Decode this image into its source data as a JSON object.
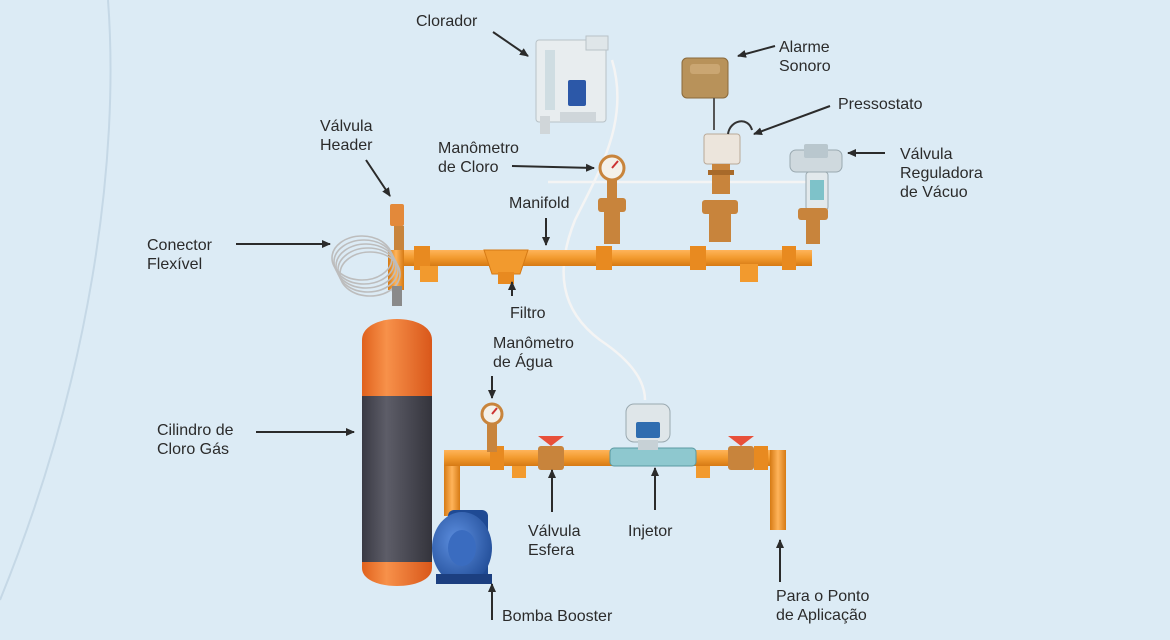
{
  "labels": {
    "clorador": [
      "Clorador"
    ],
    "alarme_sonoro": [
      "Alarme",
      "Sonoro"
    ],
    "pressostato": [
      "Pressostato"
    ],
    "valvula_header": [
      "Válvula",
      "Header"
    ],
    "manometro_cloro": [
      "Manômetro",
      "de Cloro"
    ],
    "valvula_reguladora_vacuo": [
      "Válvula",
      "Reguladora",
      "de Vácuo"
    ],
    "manifold": [
      "Manifold"
    ],
    "conector_flexivel": [
      "Conector",
      "Flexível"
    ],
    "filtro": [
      "Filtro"
    ],
    "manometro_agua": [
      "Manômetro",
      "de Água"
    ],
    "cilindro_cloro_gas": [
      "Cilindro de",
      "Cloro Gás"
    ],
    "valvula_esfera": [
      "Válvula",
      "Esfera"
    ],
    "injetor": [
      "Injetor"
    ],
    "bomba_booster": [
      "Bomba Booster"
    ],
    "ponto_aplicacao": [
      "Para o Ponto",
      "de Aplicação"
    ]
  },
  "colors": {
    "background": "#dcebf5",
    "pipe": "#f29a2e",
    "pipe_dark": "#d97d16",
    "brass": "#c8843c",
    "cylinder_orange": "#f07a2c",
    "cylinder_dark": "#4b4b55",
    "pump_blue": "#2d5fb0",
    "arrow": "#2b2b2b"
  }
}
